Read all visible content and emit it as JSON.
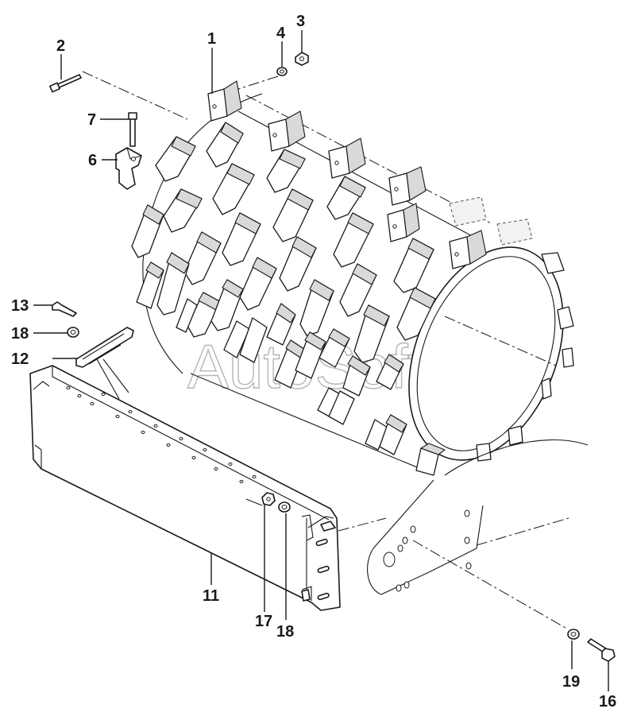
{
  "watermark": "AutoSoft",
  "callouts": {
    "c1": "1",
    "c2": "2",
    "c3": "3",
    "c4": "4",
    "c6": "6",
    "c7": "7",
    "c11": "11",
    "c12": "12",
    "c13": "13",
    "c16": "16",
    "c17": "17",
    "c18a": "18",
    "c18b": "18",
    "c19": "19"
  }
}
